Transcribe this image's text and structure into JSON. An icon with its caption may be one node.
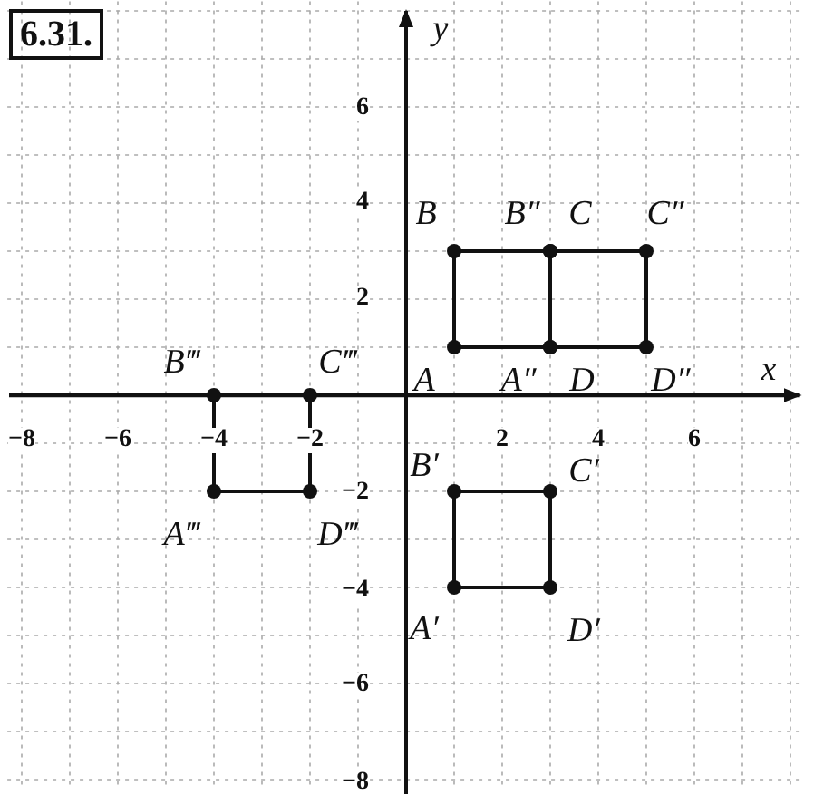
{
  "diagram": {
    "labels": [
      "6.31.",
      "y",
      "6",
      "4",
      "B",
      "B″",
      "C",
      "C″",
      "2",
      "B‴",
      "C‴",
      "A",
      "A″",
      "D",
      "D″",
      "x",
      "−8",
      "−6",
      "−4",
      "−2",
      "2",
      "4",
      "6",
      "B′",
      "C′",
      "−2",
      "A‴",
      "D‴",
      "−4",
      "A′",
      "D′",
      "−6",
      "−8"
    ]
  }
}
